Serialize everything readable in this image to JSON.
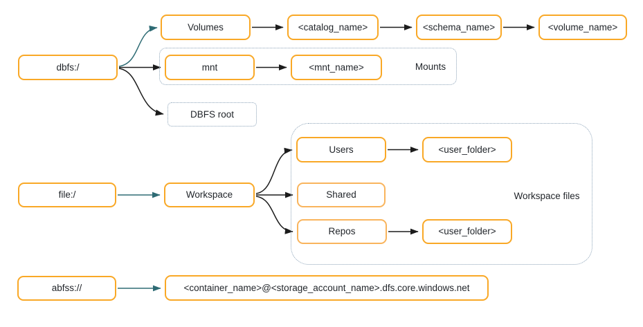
{
  "diagram": {
    "kind": "filesystem-paths-flow-diagram",
    "nodes": {
      "dbfs": "dbfs:/",
      "volumes": "Volumes",
      "catalog_name": "<catalog_name>",
      "schema_name": "<schema_name>",
      "volume_name": "<volume_name>",
      "mnt": "mnt",
      "mnt_name": "<mnt_name>",
      "dbfs_root": "DBFS root",
      "file": "file:/",
      "workspace": "Workspace",
      "users": "Users",
      "user_folder_top": "<user_folder>",
      "shared": "Shared",
      "repos": "Repos",
      "user_folder_bottom": "<user_folder>",
      "abfss": "abfss://",
      "container_path": "<container_name>@<storage_account_name>.dfs.core.windows.net"
    },
    "groups": {
      "mounts": "Mounts",
      "workspace_files": "Workspace files"
    },
    "edges": [
      {
        "from": "dbfs",
        "to": "volumes",
        "color": "teal",
        "shape": "curve-up"
      },
      {
        "from": "dbfs",
        "to": "mnt",
        "color": "black",
        "shape": "straight"
      },
      {
        "from": "dbfs",
        "to": "dbfs_root",
        "color": "black",
        "shape": "curve-down"
      },
      {
        "from": "volumes",
        "to": "catalog_name",
        "color": "black",
        "shape": "straight"
      },
      {
        "from": "catalog_name",
        "to": "schema_name",
        "color": "black",
        "shape": "straight"
      },
      {
        "from": "schema_name",
        "to": "volume_name",
        "color": "black",
        "shape": "straight"
      },
      {
        "from": "mnt",
        "to": "mnt_name",
        "color": "black",
        "shape": "straight"
      },
      {
        "from": "file",
        "to": "workspace",
        "color": "teal",
        "shape": "straight"
      },
      {
        "from": "workspace",
        "to": "users",
        "color": "black",
        "shape": "curve-up"
      },
      {
        "from": "workspace",
        "to": "shared",
        "color": "black",
        "shape": "straight"
      },
      {
        "from": "workspace",
        "to": "repos",
        "color": "black",
        "shape": "curve-down"
      },
      {
        "from": "users",
        "to": "user_folder_top",
        "color": "black",
        "shape": "straight"
      },
      {
        "from": "repos",
        "to": "user_folder_bottom",
        "color": "black",
        "shape": "straight"
      },
      {
        "from": "abfss",
        "to": "container_path",
        "color": "teal",
        "shape": "straight"
      }
    ],
    "colors": {
      "node_border": "#F9A826",
      "node_border_light": "#F9B45C",
      "group_dotted_border": "#8CA3B8",
      "arrow_dark": "#1C1C1C",
      "arrow_teal": "#2E6B74",
      "text": "#1F2328",
      "background": "#FFFFFF"
    }
  }
}
